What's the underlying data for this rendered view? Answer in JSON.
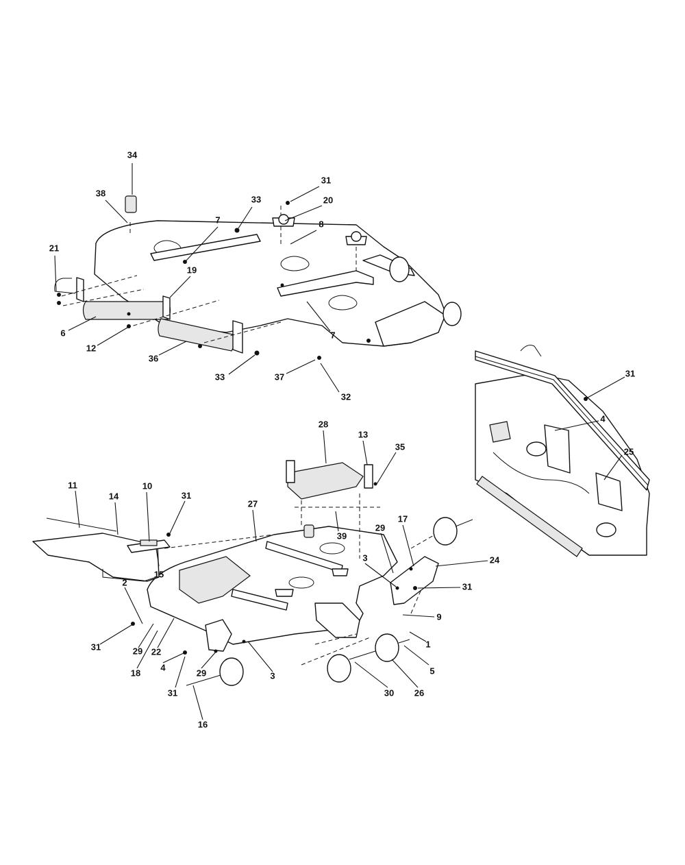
{
  "top_assembly": {
    "callouts": [
      "34",
      "38",
      "33",
      "31",
      "20",
      "7",
      "8",
      "21",
      "19",
      "6",
      "12",
      "36",
      "33",
      "37",
      "32",
      "7"
    ]
  },
  "bottom_assembly": {
    "callouts": [
      "28",
      "13",
      "35",
      "11",
      "10",
      "14",
      "31",
      "27",
      "39",
      "29",
      "17",
      "3",
      "24",
      "15",
      "2",
      "31",
      "9",
      "31",
      "29",
      "22",
      "1",
      "18",
      "4",
      "29",
      "3",
      "5",
      "31",
      "30",
      "26",
      "16"
    ]
  },
  "detail_view": {
    "callouts": [
      "31",
      "4",
      "25"
    ]
  }
}
